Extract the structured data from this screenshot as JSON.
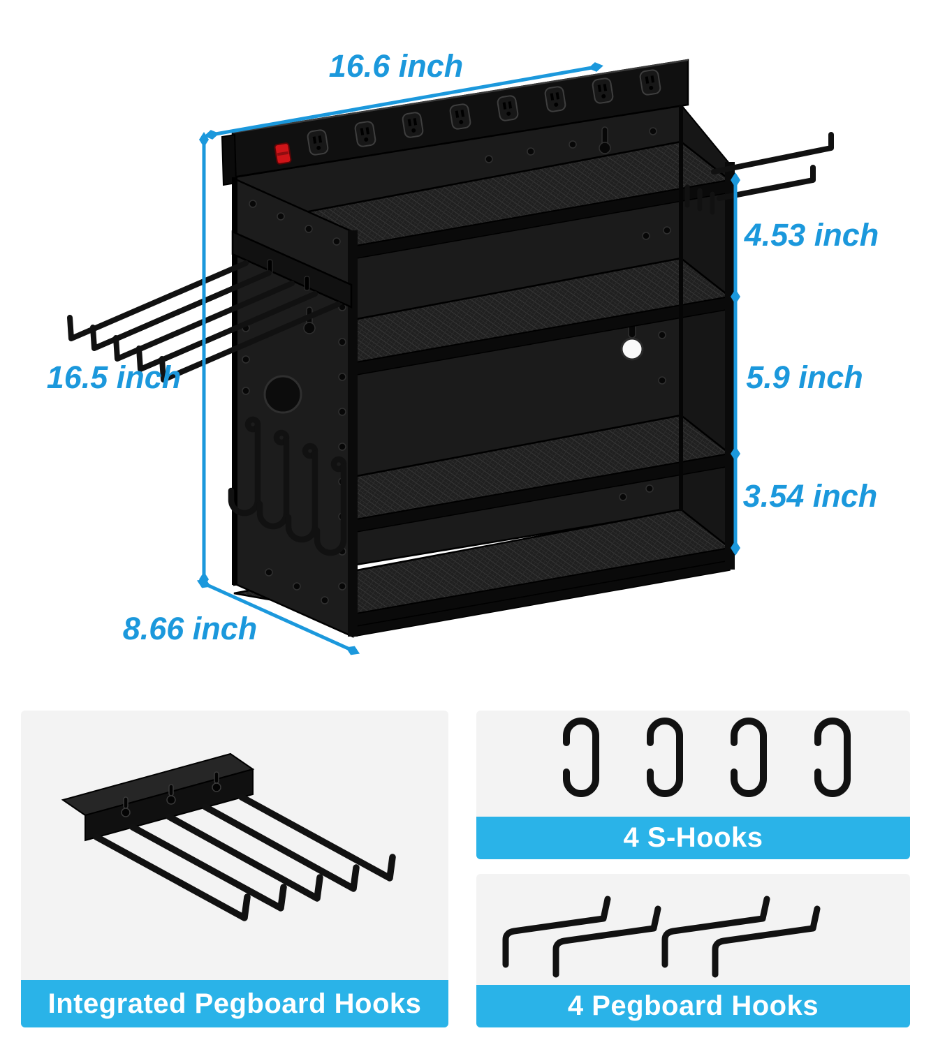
{
  "colors": {
    "accent_blue": "#1b98dc",
    "banner_cyan": "#2ab3e8",
    "card_bg": "#f3f3f3",
    "ink": "#141414"
  },
  "hero": {
    "illustration": "wall-mounted-power-tool-organizer-rack-with-power-strip",
    "dimensions": {
      "top_width": "16.6 inch",
      "tier_gap_top": "4.53 inch",
      "tier_gap_middle": "5.9 inch",
      "tier_gap_bottom": "3.54 inch",
      "height": "16.5 inch",
      "depth": "8.66 inch"
    }
  },
  "cards": {
    "integrated_hooks": {
      "caption": "Integrated Pegboard Hooks",
      "illustration": "hook-rack-with-five-prongs"
    },
    "s_hooks": {
      "caption": "4 S-Hooks",
      "illustration": "four-s-hooks"
    },
    "pegboard_hooks": {
      "caption": "4 Pegboard Hooks",
      "illustration": "four-pegboard-hooks"
    }
  }
}
